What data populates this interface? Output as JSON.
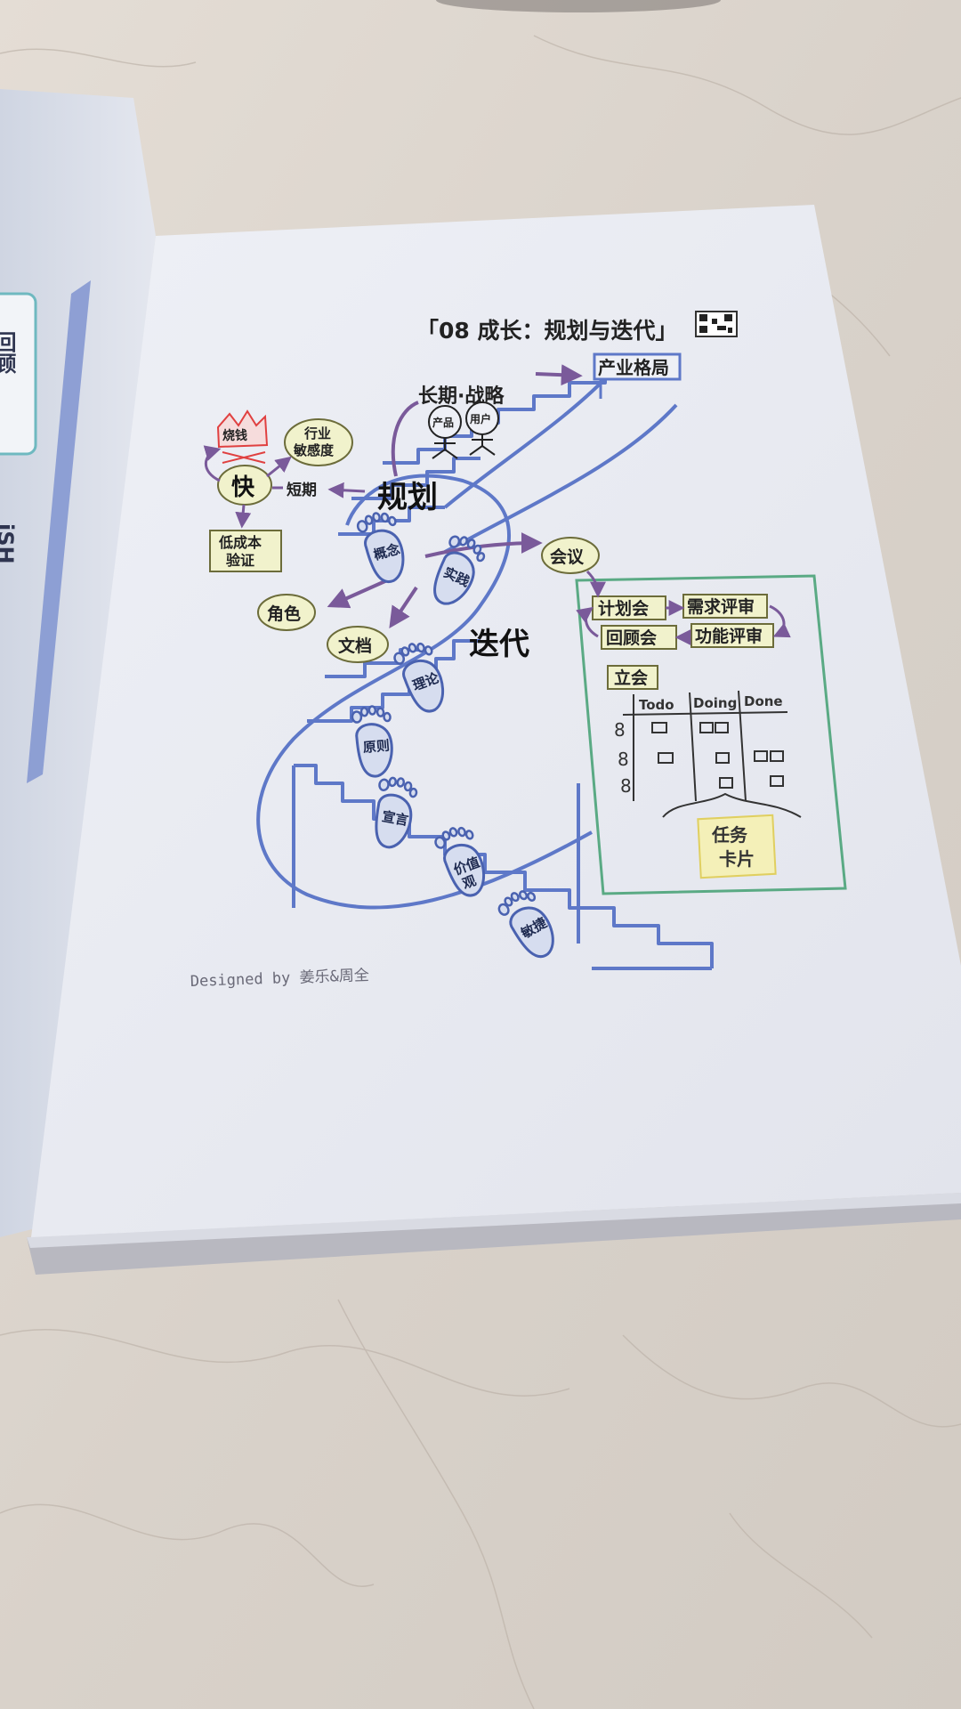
{
  "page": {
    "header": "「08 成长：规划与迭代」",
    "credit": "Designed by 姜乐&周全"
  },
  "left_page": {
    "box_text": "回顾",
    "side_text": "iSH"
  },
  "planning": {
    "title": "规划",
    "long_term": "长期·战略",
    "product_layout": "产业格局",
    "product": "产品",
    "user": "用户",
    "fast": "快",
    "burn_money": "烧钱",
    "industry": "行业\n敏感度",
    "short_term": "短期",
    "low_cost": "低成本\n验证"
  },
  "iteration": {
    "title": "迭代",
    "meeting": "会议",
    "role": "角色",
    "document": "文档",
    "meeting_box": {
      "plan_meeting": "计划会",
      "requirement_review": "需求评审",
      "retro_meeting": "回顾会",
      "feature_review": "功能评审",
      "standup": "立会",
      "board_columns": [
        "Todo",
        "Doing",
        "Done"
      ],
      "task_card": "任务\n卡片"
    }
  },
  "footprints": [
    {
      "label": "概念"
    },
    {
      "label": "实践"
    },
    {
      "label": "理论"
    },
    {
      "label": "原则"
    },
    {
      "label": "宣言"
    },
    {
      "label": "价值观"
    },
    {
      "label": "敏捷"
    }
  ],
  "colors": {
    "stair_blue": "#5e78c8",
    "arrow_purple": "#7a5a9a",
    "green_border": "#5aaa84",
    "bubble_fill": "#f1f2cc",
    "paper": "#e9ebf1",
    "marble": "#ddd6cf"
  }
}
